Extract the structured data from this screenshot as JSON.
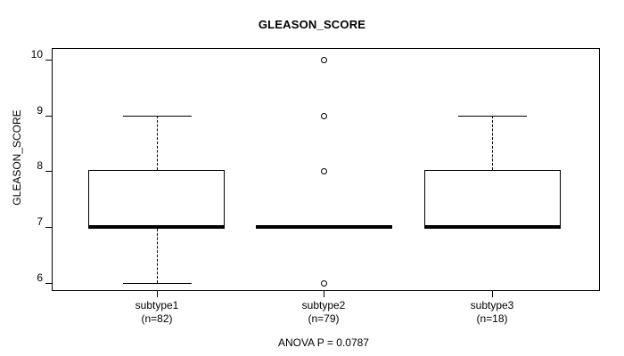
{
  "chart_data": {
    "type": "boxplot",
    "title": "GLEASON_SCORE",
    "xlabel": "",
    "ylabel": "GLEASON_SCORE",
    "ylim": [
      5.8,
      10.2
    ],
    "yticks": [
      6,
      7,
      8,
      9,
      10
    ],
    "ytick_labels": [
      "6",
      "7",
      "8",
      "9",
      "10"
    ],
    "grid": false,
    "legend": "none",
    "annotation": "ANOVA P = 0.0787",
    "categories": [
      "subtype1",
      "subtype2",
      "subtype3"
    ],
    "group_counts": [
      "(n=82)",
      "(n=79)",
      "(n=18)"
    ],
    "boxes": [
      {
        "name": "subtype1",
        "n": 82,
        "label": "subtype1",
        "count_label": "(n=82)",
        "min": 6,
        "q1": 7,
        "median": 7,
        "q3": 8,
        "max": 9,
        "outliers": []
      },
      {
        "name": "subtype2",
        "n": 79,
        "label": "subtype2",
        "count_label": "(n=79)",
        "min": 7,
        "q1": 7,
        "median": 7,
        "q3": 7,
        "max": 7,
        "outliers": [
          10,
          9,
          8,
          6
        ]
      },
      {
        "name": "subtype3",
        "n": 18,
        "label": "subtype3",
        "count_label": "(n=18)",
        "min": 7,
        "q1": 7,
        "median": 7,
        "q3": 8,
        "max": 9,
        "outliers": []
      }
    ]
  },
  "axes": {
    "y_tick_6": "6",
    "y_tick_7": "7",
    "y_tick_8": "8",
    "y_tick_9": "9",
    "y_tick_10": "10"
  },
  "labels": {
    "title": "GLEASON_SCORE",
    "ylabel": "GLEASON_SCORE",
    "caption": "ANOVA P = 0.0787",
    "cat1_name": "subtype1",
    "cat1_count": "(n=82)",
    "cat2_name": "subtype2",
    "cat2_count": "(n=79)",
    "cat3_name": "subtype3",
    "cat3_count": "(n=18)"
  },
  "colors": {
    "foreground": "#000000",
    "background": "#ffffff"
  }
}
